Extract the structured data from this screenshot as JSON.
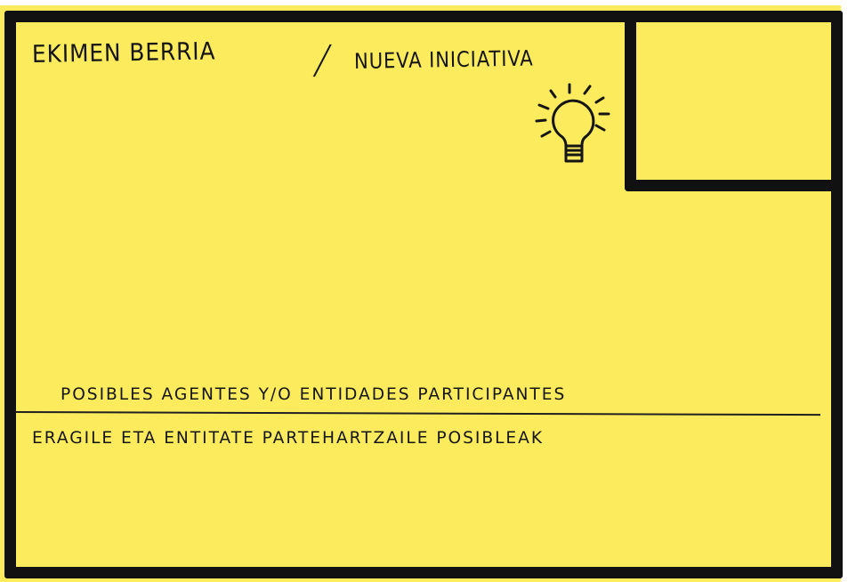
{
  "card": {
    "title_left": "EKIMEN BERRIA",
    "title_slash": "/",
    "title_right": "NUEVA INICIATIVA",
    "label_spanish": "POSIBLES AGENTES Y/O ENTIDADES PARTICIPANTES",
    "label_basque": "ERAGILE ETA ENTITATE PARTEHARTZAILE POSIBLEAK",
    "icon": "lightbulb-icon"
  },
  "colors": {
    "paper": "#fbeb5d",
    "ink": "#111111"
  }
}
